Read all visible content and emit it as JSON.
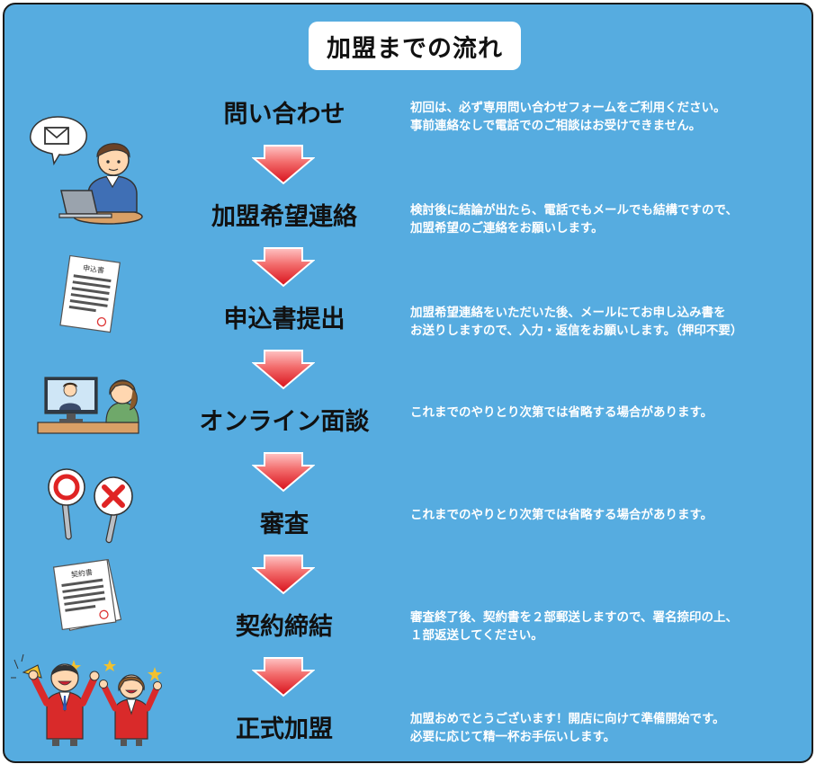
{
  "title": "加盟までの流れ",
  "steps": [
    {
      "title": "問い合わせ",
      "desc_1": "初回は、必ず専用問い合わせフォームをご利用ください。",
      "desc_2": "事前連絡なしで電話でのご相談はお受けできません。",
      "icon": "person-laptop-email-icon"
    },
    {
      "title": "加盟希望連絡",
      "desc_1": "検討後に結論が出たら、電話でもメールでも結構ですので、",
      "desc_2": "加盟希望のご連絡をお願いします。",
      "icon": "application-form-icon"
    },
    {
      "title": "申込書提出",
      "desc_1": "加盟希望連絡をいただいた後、メールにてお申し込み書を",
      "desc_2": "お送りしますので、入力・返信をお願いします。（押印不要）",
      "icon": "online-meeting-icon"
    },
    {
      "title": "オンライン面談",
      "desc_1": "これまでのやりとり次第では省略する場合があります。",
      "desc_2": "",
      "icon": "maru-batsu-paddles-icon"
    },
    {
      "title": "審査",
      "desc_1": "これまでのやりとり次第では省略する場合があります。",
      "desc_2": "",
      "icon": "contract-documents-icon"
    },
    {
      "title": "契約締結",
      "desc_1": "審査終了後、契約書を２部郵送しますので、署名捺印の上、",
      "desc_2": "１部返送してください。",
      "icon": "celebrating-people-icon"
    },
    {
      "title": "正式加盟",
      "desc_1": "加盟おめでとうございます！開店に向けて準備開始です。",
      "desc_2": "必要に応じて精一杯お手伝いします。"
    }
  ],
  "illustration_text": {
    "application_form": "申込書",
    "contract": "契約書"
  },
  "colors": {
    "background": "#56ace0",
    "arrow_top": "#ffb3b3",
    "arrow_bottom": "#e5141e"
  }
}
